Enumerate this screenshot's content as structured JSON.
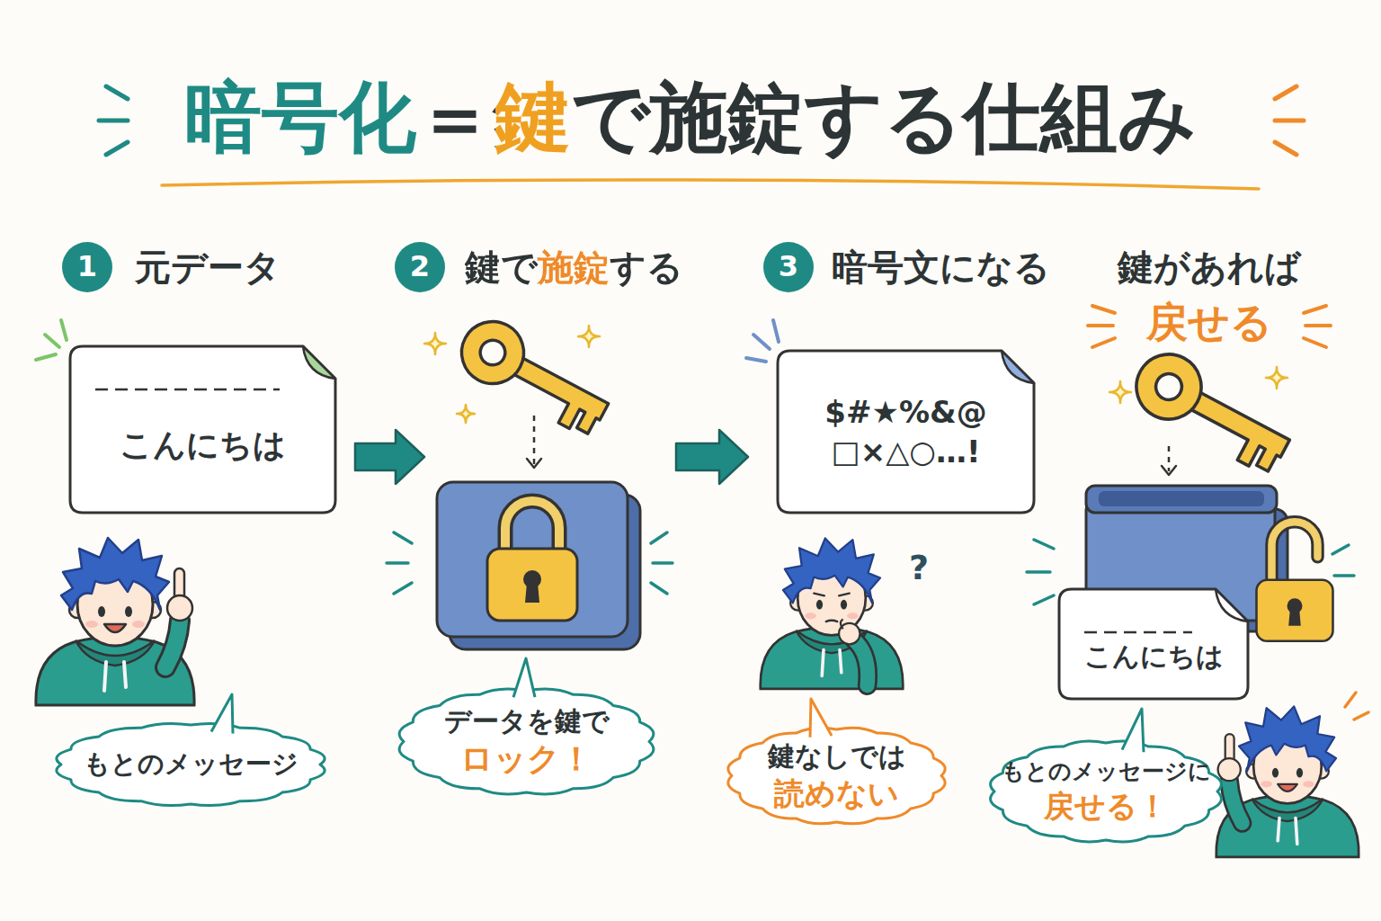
{
  "diagram": {
    "title": "暗号化＝鍵で施錠する仕組み",
    "nodes": [
      {
        "text": [
          "1"
        ]
      },
      {
        "text": [
          "こんにちは"
        ]
      },
      {
        "text": [
          "もとのメッセージ"
        ]
      },
      {
        "text": [
          "2"
        ]
      },
      {
        "text": [
          "データを鍵で",
          "ロック！"
        ]
      },
      {
        "text": [
          "3"
        ]
      },
      {
        "text": [
          "$#★%&@ □×△○…!"
        ]
      },
      {
        "text": [
          "鍵なしでは",
          "読めない"
        ]
      },
      {
        "text": [
          "こんにちは"
        ]
      },
      {
        "text": [
          "もとのメッセージに",
          "戻せる！"
        ]
      }
    ],
    "labels": [
      "元データ",
      "鍵で施錠する",
      "暗号文になる",
      "鍵があれば",
      "戻せる",
      "?"
    ]
  }
}
